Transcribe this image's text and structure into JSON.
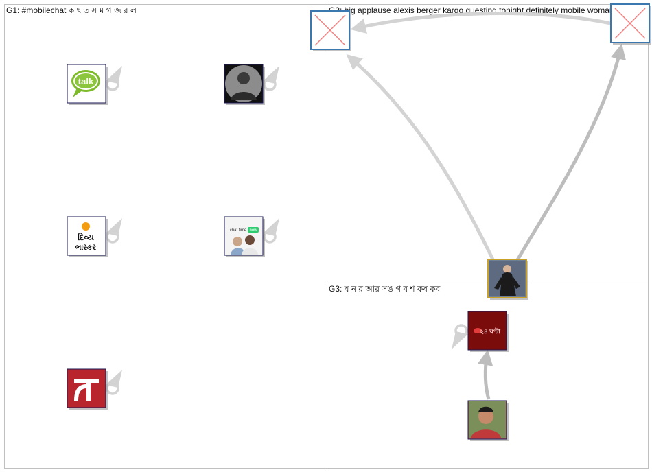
{
  "groups": [
    {
      "id": "G1",
      "label": "G1: #mobilechat ক ৎ ত স ম গ জ র ল"
    },
    {
      "id": "G2",
      "label": "G2: big applause alexis berger kargo guesting tonight definitely mobile woman"
    },
    {
      "id": "G3",
      "label": "G3: য ন র আর সঙ গ ব শ কষ কব"
    }
  ],
  "nodes": [
    {
      "id": "talk",
      "group": "G1",
      "icon": "talk-logo-icon",
      "fill": "#ffffff",
      "self_loop": true
    },
    {
      "id": "man-portrait",
      "group": "G1",
      "icon": "man-portrait-avatar",
      "fill": "#7a7a7a",
      "self_loop": true
    },
    {
      "id": "divya-bhaskar",
      "group": "G1",
      "icon": "divya-bhaskar-logo-icon",
      "fill": "#ffffff",
      "self_loop": true
    },
    {
      "id": "chat-time",
      "group": "G1",
      "icon": "chat-time-now-image",
      "fill": "#f4f4f4",
      "self_loop": true
    },
    {
      "id": "red-logo",
      "group": "G1",
      "icon": "red-logo-icon",
      "fill": "#b8252d",
      "self_loop": true
    },
    {
      "id": "missing-left",
      "group": "G2",
      "icon": "broken-image-icon",
      "fill": "#ffffff",
      "self_loop": false
    },
    {
      "id": "missing-right",
      "group": "G2",
      "icon": "broken-image-icon",
      "fill": "#ffffff",
      "self_loop": false
    },
    {
      "id": "woman-photo",
      "group": "G2",
      "icon": "woman-photo-avatar",
      "fill": "#6f7f95",
      "self_loop": false
    },
    {
      "id": "news24",
      "group": "G3",
      "icon": "news-24-logo-icon",
      "fill": "#7a0c0c",
      "self_loop": true
    },
    {
      "id": "man-selfie",
      "group": "G3",
      "icon": "man-selfie-avatar",
      "fill": "#b85050",
      "self_loop": false
    }
  ],
  "edges": [
    {
      "from": "woman-photo",
      "to": "missing-left"
    },
    {
      "from": "woman-photo",
      "to": "missing-right"
    },
    {
      "from": "missing-right",
      "to": "missing-left"
    },
    {
      "from": "man-selfie",
      "to": "news24"
    }
  ],
  "colors": {
    "edge_light": "#d3d3d3",
    "edge_dark": "#bdbdbd",
    "group_border": "#c0c0c0",
    "missing_image_x": "#f08080",
    "missing_image_border": "#3b78b0",
    "news_text": "#ffd1d1"
  },
  "news24_text": "২৪ ঘণ্টা",
  "chat_time_text": "chat time",
  "chat_time_badge": "now",
  "divya_text_1": "દિવ્ય",
  "divya_text_2": "ભાસ્કર",
  "talk_text": "talk"
}
